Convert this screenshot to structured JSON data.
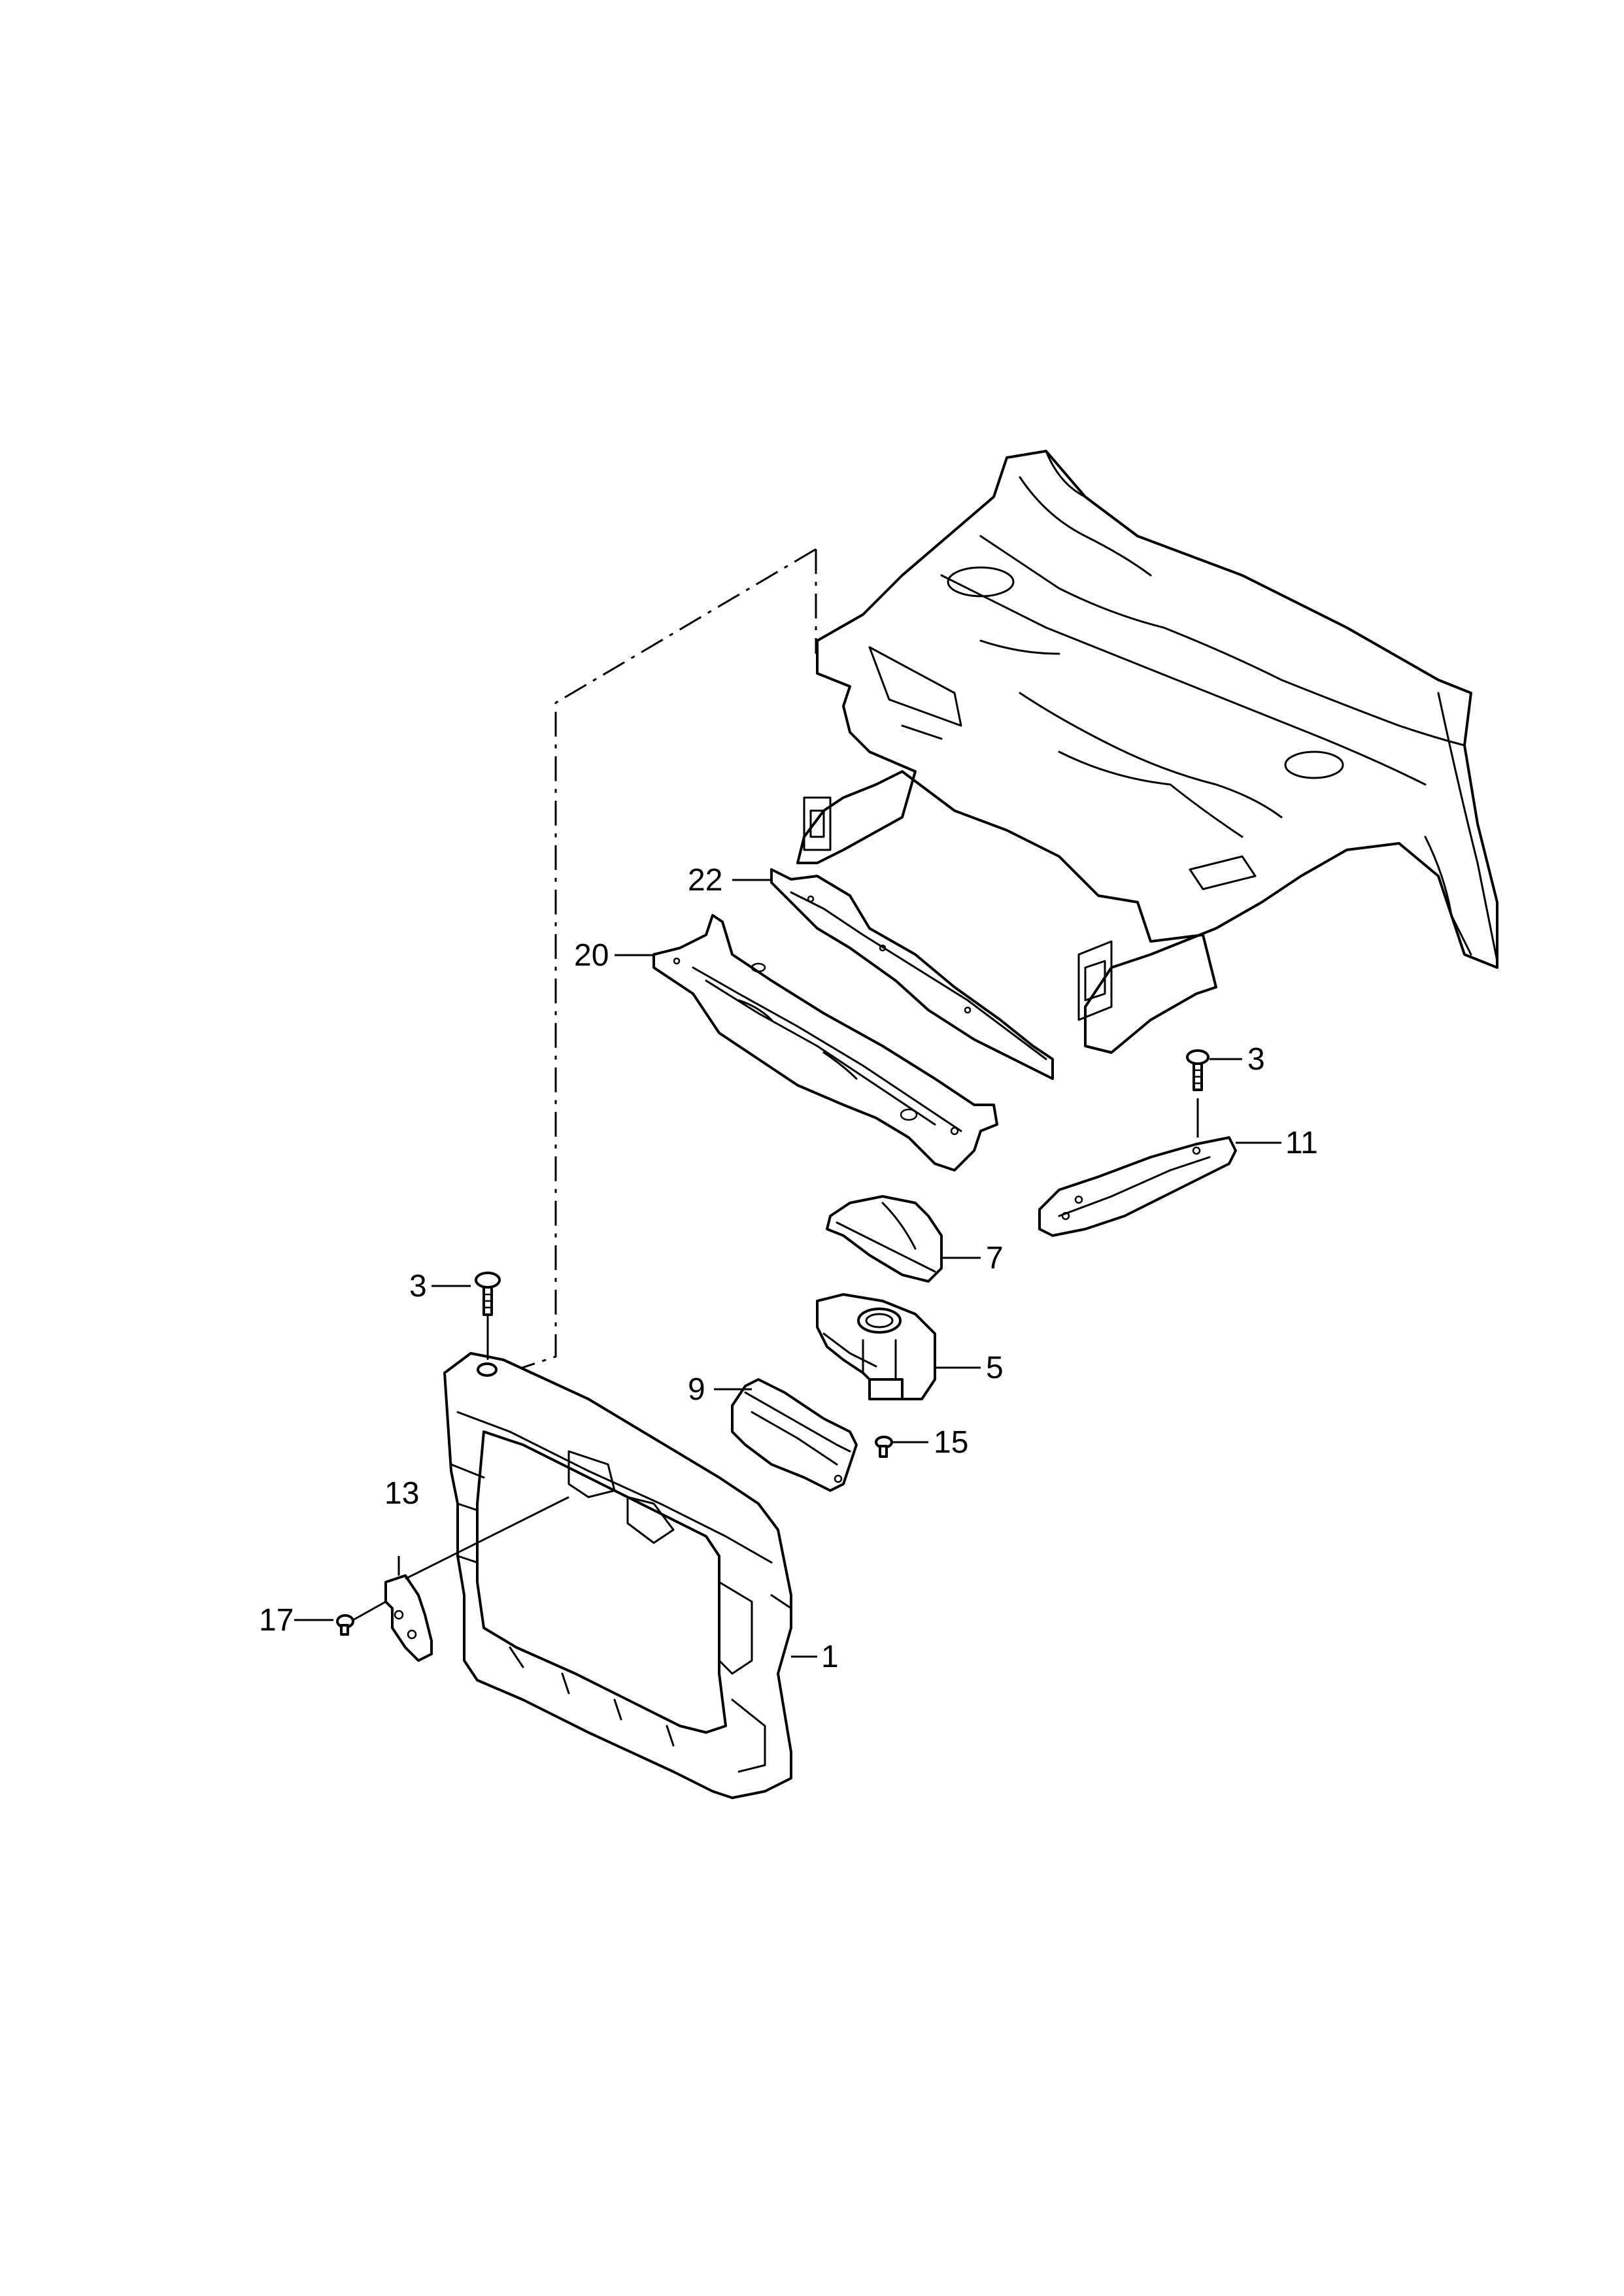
{
  "callouts": {
    "c1": "1",
    "c3a": "3",
    "c3b": "3",
    "c5": "5",
    "c7": "7",
    "c9": "9",
    "c11": "11",
    "c13": "13",
    "c15": "15",
    "c17": "17",
    "c20": "20",
    "c22": "22"
  }
}
